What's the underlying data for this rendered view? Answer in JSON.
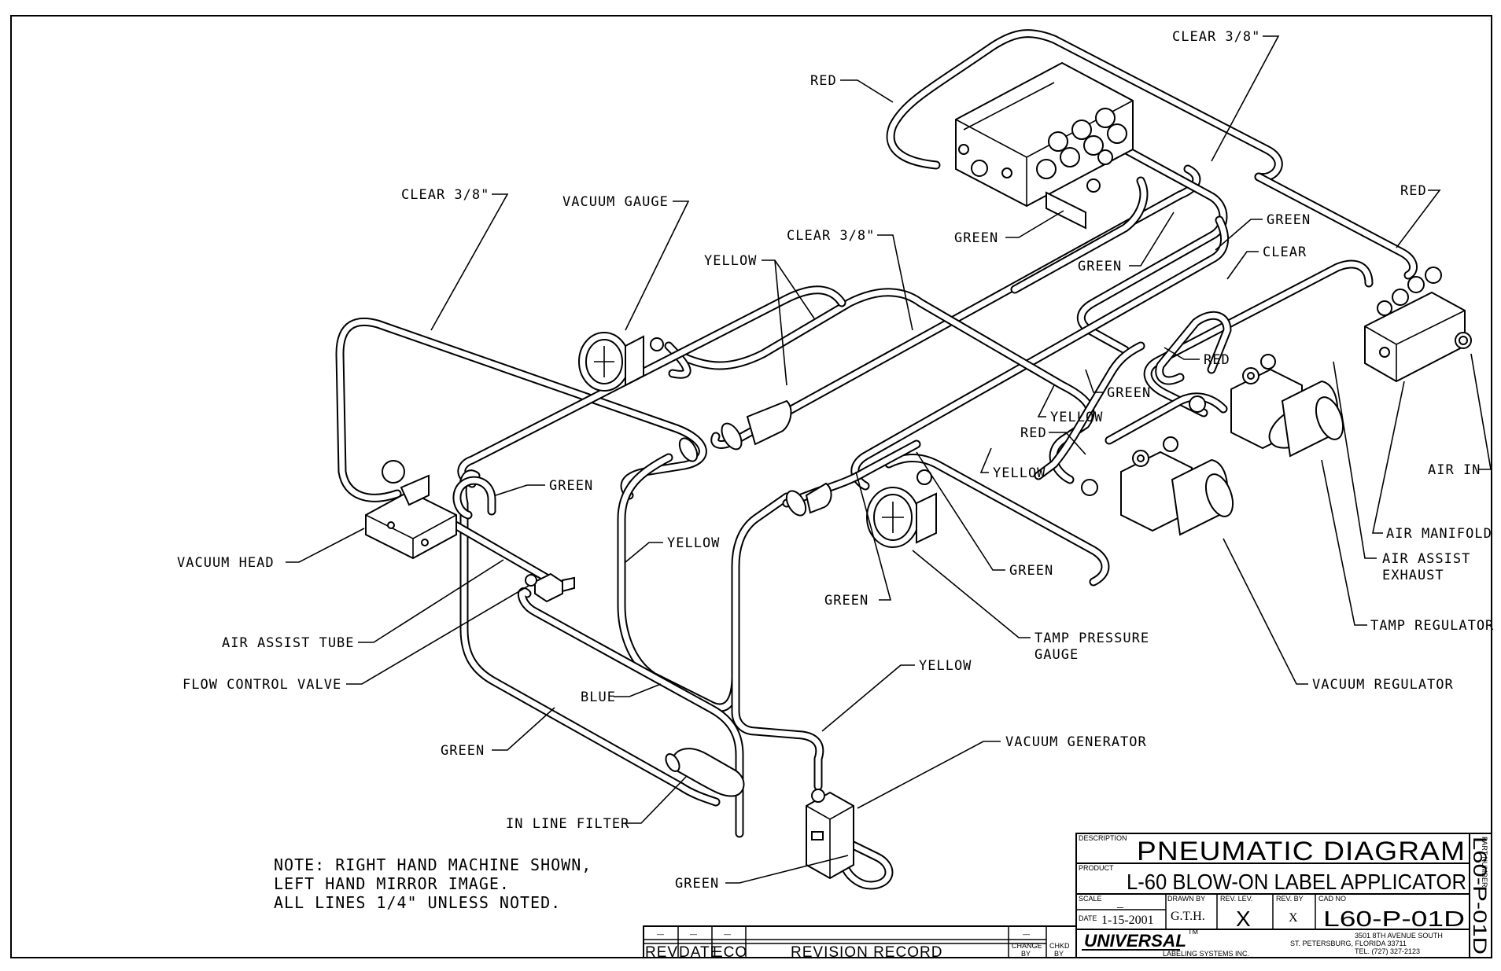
{
  "labels": {
    "red_top": "RED",
    "clear_top_right": "CLEAR 3/8\"",
    "clear_left": "CLEAR 3/8\"",
    "vacuum_gauge": "VACUUM GAUGE",
    "clear_mid": "CLEAR 3/8\"",
    "yellow_top": "YELLOW",
    "green_manifold": "GREEN",
    "green_2": "GREEN",
    "green_3": "GREEN",
    "clear_right": "CLEAR",
    "red_right": "RED",
    "red_mid": "RED",
    "green_4": "GREEN",
    "yellow_mid": "YELLOW",
    "red_low": "RED",
    "yellow_low": "YELLOW",
    "air_in": "AIR IN",
    "green_vh": "GREEN",
    "vacuum_head": "VACUUM HEAD",
    "yellow_left": "YELLOW",
    "green_5": "GREEN",
    "air_manifold": "AIR MANIFOLD",
    "air_assist_exhaust_1": "AIR ASSIST",
    "air_assist_exhaust_2": "EXHAUST",
    "air_assist_tube": "AIR ASSIST TUBE",
    "green_6": "GREEN",
    "tamp_regulator": "TAMP REGULATOR",
    "tamp_pressure_gauge_1": "TAMP PRESSURE",
    "tamp_pressure_gauge_2": "GAUGE",
    "flow_control_valve": "FLOW CONTROL VALVE",
    "yellow_bottom": "YELLOW",
    "vacuum_regulator": "VACUUM REGULATOR",
    "blue": "BLUE",
    "green_bottom_left": "GREEN",
    "vacuum_generator": "VACUUM GENERATOR",
    "in_line_filter": "IN LINE FILTER",
    "green_bottom": "GREEN"
  },
  "note": {
    "line1": "NOTE: RIGHT HAND MACHINE SHOWN,",
    "line2": "LEFT HAND MIRROR IMAGE.",
    "line3": "ALL LINES 1/4\" UNLESS NOTED."
  },
  "revision_block": {
    "cols": [
      "REV",
      "DATE",
      "ECO"
    ],
    "record": "REVISION RECORD",
    "change_by_1": "CHANGE",
    "change_by_2": "BY",
    "chkd_by_1": "CHKD",
    "chkd_by_2": "BY",
    "dash": "—"
  },
  "title_block": {
    "description_label": "DESCRIPTION",
    "description": "PNEUMATIC DIAGRAM",
    "product_label": "PRODUCT",
    "product": "L-60 BLOW-ON LABEL APPLICATOR",
    "scale_label": "SCALE",
    "scale_value": "_",
    "date_label": "DATE",
    "date_value": "1-15-2001",
    "drawn_by_label": "DRAWN BY",
    "drawn_by": "G.T.H.",
    "rev_lev_label": "REV. LEV.",
    "rev_lev": "X",
    "rev_by_label": "REV. BY",
    "rev_by": "X",
    "cad_no_label": "CAD NO",
    "cad_no": "L60-P-01D",
    "part_number_label": "PART NUMBER",
    "part_number": "L60-P-01D",
    "company_logo": "UNIVERSAL",
    "company_sub": "LABELING SYSTEMS INC.",
    "tm": "TM",
    "address1": "3501 8TH AVENUE SOUTH",
    "address2": "ST. PETERSBURG, FLORIDA 33711",
    "phone": "TEL. (727) 327-2123"
  }
}
